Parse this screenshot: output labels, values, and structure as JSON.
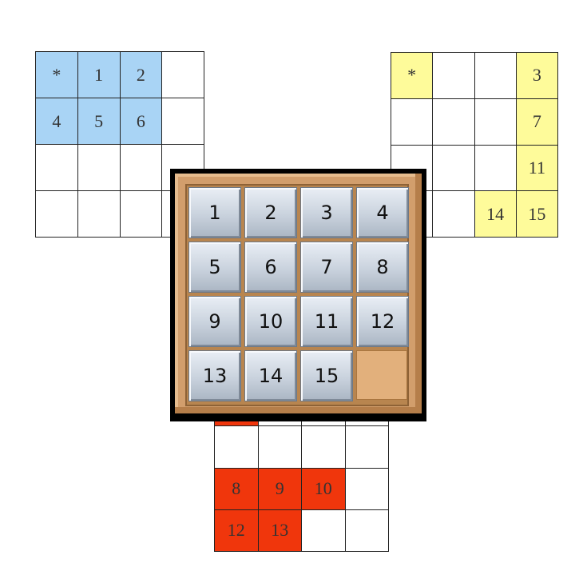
{
  "colors": {
    "blue": "#a9d4f5",
    "yellow": "#fefb9a",
    "red": "#f0360c",
    "white": "#ffffff",
    "wood": "#d29e6c",
    "tile": "#c9d2dd",
    "empty_slot": "#e2b07c"
  },
  "blue_grid": {
    "cells": [
      {
        "text": "*",
        "color": "blue"
      },
      {
        "text": "1",
        "color": "blue"
      },
      {
        "text": "2",
        "color": "blue"
      },
      {
        "text": "",
        "color": "white"
      },
      {
        "text": "4",
        "color": "blue"
      },
      {
        "text": "5",
        "color": "blue"
      },
      {
        "text": "6",
        "color": "blue"
      },
      {
        "text": "",
        "color": "white"
      },
      {
        "text": "",
        "color": "white"
      },
      {
        "text": "",
        "color": "white"
      },
      {
        "text": "",
        "color": "white"
      },
      {
        "text": "",
        "color": "white"
      },
      {
        "text": "",
        "color": "white"
      },
      {
        "text": "",
        "color": "white"
      },
      {
        "text": "",
        "color": "white"
      },
      {
        "text": "",
        "color": "white"
      }
    ]
  },
  "yellow_grid": {
    "cells": [
      {
        "text": "*",
        "color": "yellow"
      },
      {
        "text": "",
        "color": "white"
      },
      {
        "text": "",
        "color": "white"
      },
      {
        "text": "3",
        "color": "yellow"
      },
      {
        "text": "",
        "color": "white"
      },
      {
        "text": "",
        "color": "white"
      },
      {
        "text": "",
        "color": "white"
      },
      {
        "text": "7",
        "color": "yellow"
      },
      {
        "text": "",
        "color": "white"
      },
      {
        "text": "",
        "color": "white"
      },
      {
        "text": "",
        "color": "white"
      },
      {
        "text": "11",
        "color": "yellow"
      },
      {
        "text": "",
        "color": "white"
      },
      {
        "text": "",
        "color": "white"
      },
      {
        "text": "14",
        "color": "yellow"
      },
      {
        "text": "15",
        "color": "yellow"
      }
    ]
  },
  "red_grid": {
    "cells": [
      {
        "text": "*",
        "color": "red"
      },
      {
        "text": "",
        "color": "white"
      },
      {
        "text": "",
        "color": "white"
      },
      {
        "text": "",
        "color": "white"
      },
      {
        "text": "",
        "color": "white"
      },
      {
        "text": "",
        "color": "white"
      },
      {
        "text": "",
        "color": "white"
      },
      {
        "text": "",
        "color": "white"
      },
      {
        "text": "8",
        "color": "red"
      },
      {
        "text": "9",
        "color": "red"
      },
      {
        "text": "10",
        "color": "red"
      },
      {
        "text": "",
        "color": "white"
      },
      {
        "text": "12",
        "color": "red"
      },
      {
        "text": "13",
        "color": "red"
      },
      {
        "text": "",
        "color": "white"
      },
      {
        "text": "",
        "color": "white"
      }
    ]
  },
  "puzzle": {
    "tiles": [
      "1",
      "2",
      "3",
      "4",
      "5",
      "6",
      "7",
      "8",
      "9",
      "10",
      "11",
      "12",
      "13",
      "14",
      "15",
      ""
    ]
  }
}
